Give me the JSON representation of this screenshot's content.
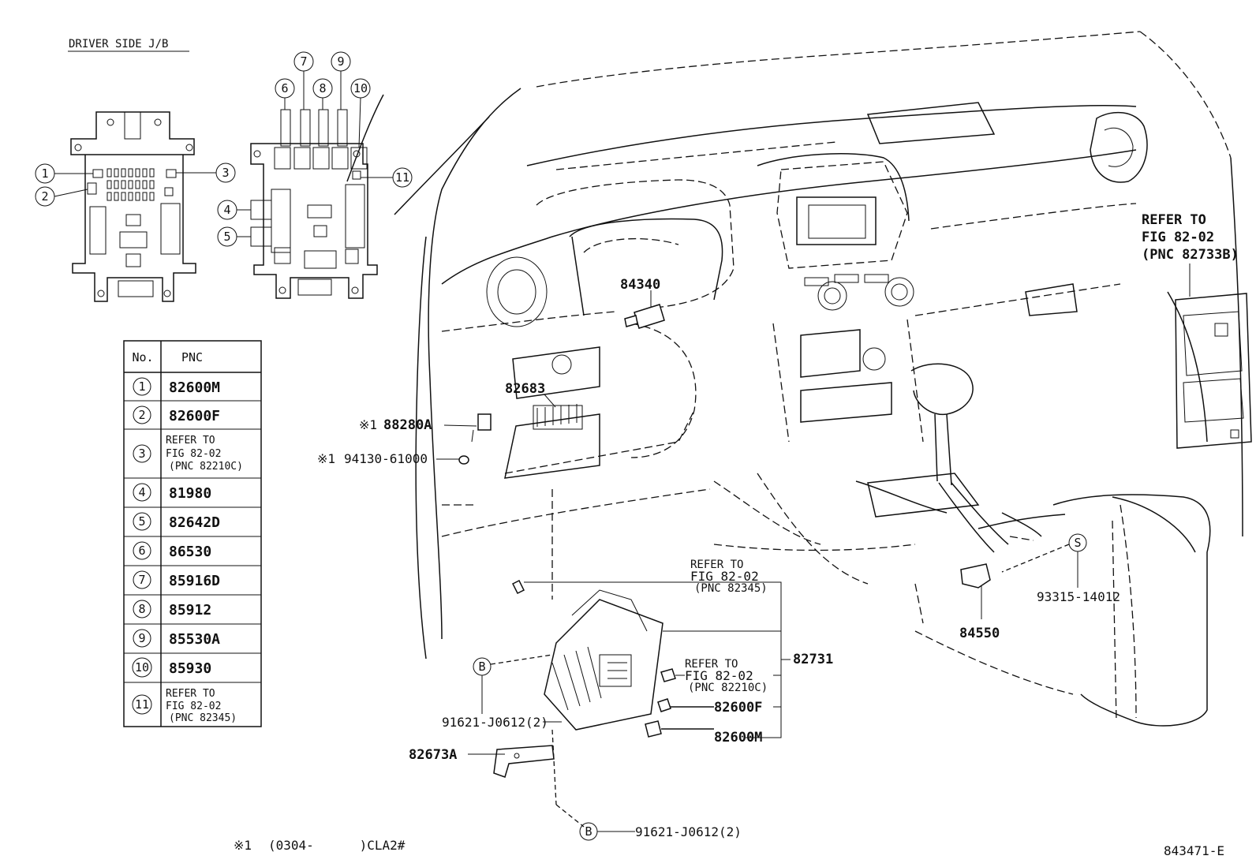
{
  "header": {
    "title": "DRIVER SIDE J/B"
  },
  "table": {
    "col_no": "No.",
    "col_pnc": "PNC",
    "rows": [
      {
        "no": "1",
        "pnc": "82600M"
      },
      {
        "no": "2",
        "pnc": "82600F"
      },
      {
        "no": "3",
        "pnc": "",
        "ref": [
          "REFER TO",
          "FIG 82-02",
          "(PNC 82210C)"
        ]
      },
      {
        "no": "4",
        "pnc": "81980"
      },
      {
        "no": "5",
        "pnc": "82642D"
      },
      {
        "no": "6",
        "pnc": "86530"
      },
      {
        "no": "7",
        "pnc": "85916D"
      },
      {
        "no": "8",
        "pnc": "85912"
      },
      {
        "no": "9",
        "pnc": "85530A"
      },
      {
        "no": "10",
        "pnc": "85930"
      },
      {
        "no": "11",
        "pnc": "",
        "ref": [
          "REFER TO",
          "FIG 82-02",
          "(PNC 82345)"
        ]
      }
    ]
  },
  "jb_callouts": {
    "front": [
      "1",
      "2",
      "3"
    ],
    "rear": [
      "4",
      "5",
      "6",
      "7",
      "8",
      "9",
      "10",
      "11"
    ]
  },
  "labels": {
    "p84340": "84340",
    "p82683": "82683",
    "p88280a": "88280A",
    "p94130": "94130-61000",
    "mark": "※1",
    "ref_right": [
      "REFER TO",
      "FIG 82-02",
      "(PNC 82733B)"
    ],
    "ref_82345": [
      "REFER TO",
      "FIG 82-02",
      "(PNC 82345)"
    ],
    "ref_82210c": [
      "REFER TO",
      "FIG 82-02",
      "(PNC 82210C)"
    ],
    "p82731": "82731",
    "p82600f": "82600F",
    "p82600m": "82600M",
    "p82673a": "82673A",
    "bolt_b_1": "91621-J0612(2)",
    "bolt_b_2": "91621-J0612(2)",
    "b_mark": "B",
    "s_mark": "S",
    "p93315": "93315-14012",
    "p84550": "84550",
    "footnote_mark": "※1",
    "footnote_text": "(0304-      )CLA2#",
    "figure_id": "843471-E"
  }
}
